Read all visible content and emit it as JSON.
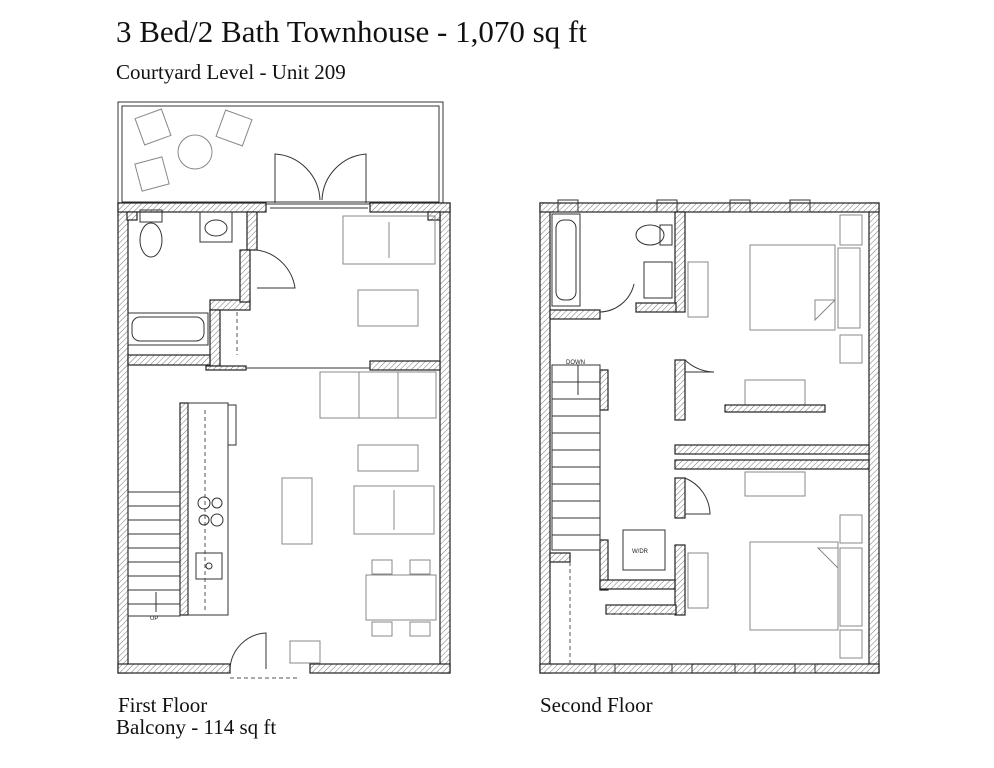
{
  "header": {
    "title": "3 Bed/2 Bath Townhouse - 1,070 sq ft",
    "subtitle": "Courtyard Level - Unit 209"
  },
  "plans": {
    "first_floor": {
      "label": "First Floor",
      "sub_label": "Balcony - 114 sq ft",
      "stair_label": "UP"
    },
    "second_floor": {
      "label": "Second Floor",
      "stair_label": "DOWN",
      "laundry_label": "W/DR"
    }
  }
}
